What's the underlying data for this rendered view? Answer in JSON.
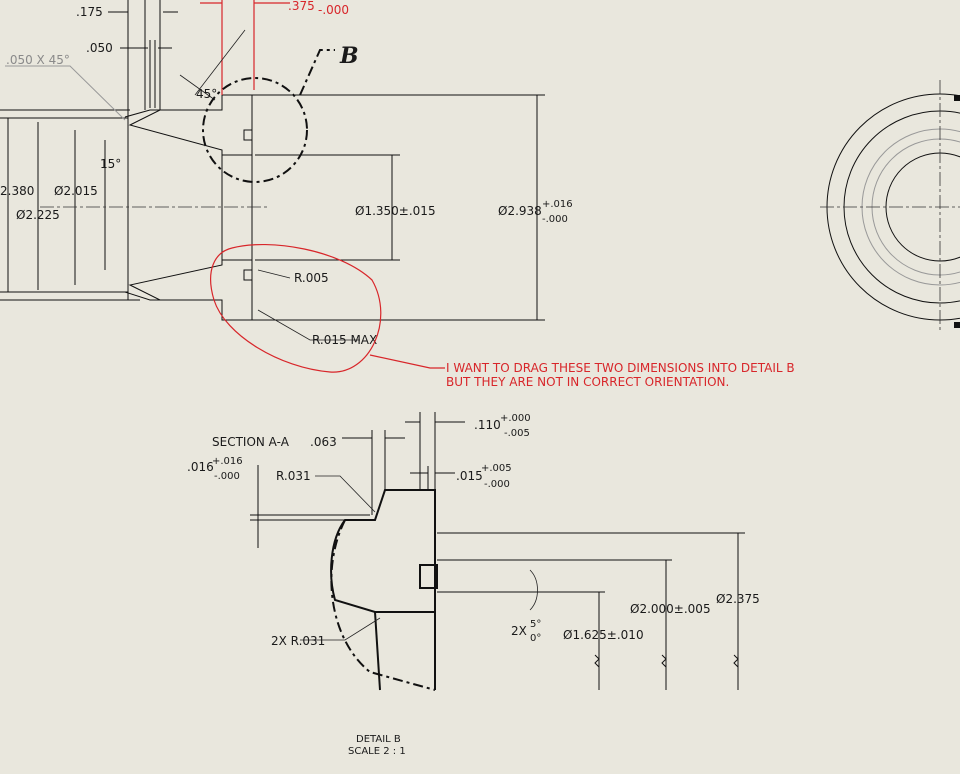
{
  "section_view": {
    "dims": {
      "d175": ".175",
      "d050": ".050",
      "chamfer": ".050 X 45°",
      "d375": ".375",
      "d375_tol": "-.000",
      "detail_label": "B",
      "angle45": "45°",
      "angle15": "15°",
      "dia2380": "2.380",
      "dia2015": "Ø2.015",
      "dia2225": "Ø2.225",
      "dia1350": "Ø1.350±.015",
      "dia2938": "Ø2.938",
      "dia2938_plus": "+.016",
      "dia2938_minus": "-.000",
      "r005": "R.005",
      "r015": "R.015 MAX"
    }
  },
  "annotation": {
    "line1": "I WANT TO DRAG THESE TWO DIMENSIONS INTO DETAIL B",
    "line2": "BUT THEY ARE NOT IN CORRECT ORIENTATION.",
    "color": "#d8262a"
  },
  "detail_view": {
    "section_label": "SECTION A-A",
    "d063": ".063",
    "d016": ".016",
    "d016_plus": "+.016",
    "d016_minus": "-.000",
    "r031": "R.031",
    "d110": ".110",
    "d110_plus": "+.000",
    "d110_minus": "-.005",
    "d015": ".015",
    "d015_plus": "+.005",
    "d015_minus": "-.000",
    "r031_2x": "2X R.031",
    "angle_2x": "2X",
    "angle_plus": "5°",
    "angle_minus": "0°",
    "dia1625": "Ø1.625±.010",
    "dia2000": "Ø2.000±.005",
    "dia2375": "Ø2.375",
    "title": "DETAIL B",
    "scale": "SCALE 2 : 1"
  }
}
